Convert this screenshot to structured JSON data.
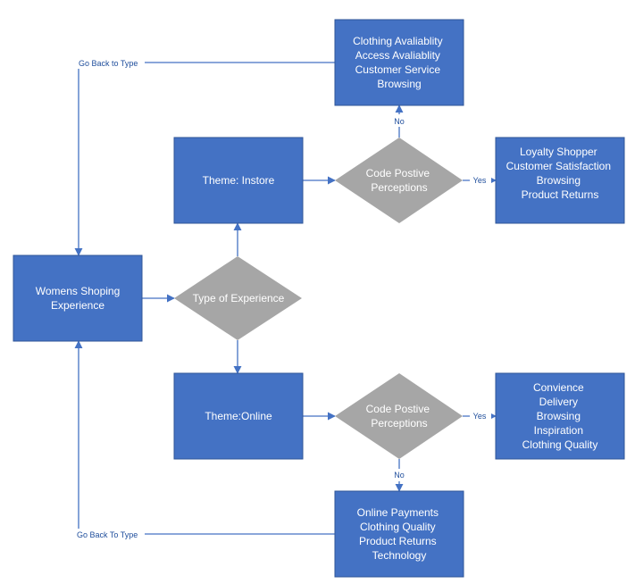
{
  "nodes": {
    "womens_experience": {
      "lines": [
        "Womens Shoping",
        "Experience"
      ]
    },
    "type_of_experience": {
      "lines": [
        "Type of Experience"
      ]
    },
    "theme_instore": {
      "lines": [
        "Theme: Instore"
      ]
    },
    "theme_online": {
      "lines": [
        "Theme:Online"
      ]
    },
    "code_positive_instore": {
      "lines": [
        "Code Postive",
        "Perceptions"
      ]
    },
    "code_positive_online": {
      "lines": [
        "Code Postive",
        "Perceptions"
      ]
    },
    "instore_no_box": {
      "lines": [
        "Clothing Avaliablity",
        "Access Avaliablity",
        "Customer Service",
        "Browsing"
      ]
    },
    "instore_yes_box": {
      "lines": [
        "Loyalty Shopper",
        "Customer Satisfaction",
        "Browsing",
        "Product Returns"
      ]
    },
    "online_yes_box": {
      "lines": [
        "Convience",
        "Delivery",
        "Browsing",
        "Inspiration",
        "Clothing Quality"
      ]
    },
    "online_no_box": {
      "lines": [
        "Online Payments",
        "Clothing Quality",
        "Product Returns",
        "Technology"
      ]
    }
  },
  "edge_labels": {
    "instore_no": "No",
    "instore_yes": "Yes",
    "online_yes": "Yes",
    "online_no": "No",
    "go_back_top": "Go Back to Type",
    "go_back_bottom": "Go Back To Type"
  },
  "colors": {
    "box_fill": "#4472c4",
    "box_stroke": "#2f5597",
    "diamond_fill": "#a6a6a6",
    "line": "#4472c4"
  }
}
